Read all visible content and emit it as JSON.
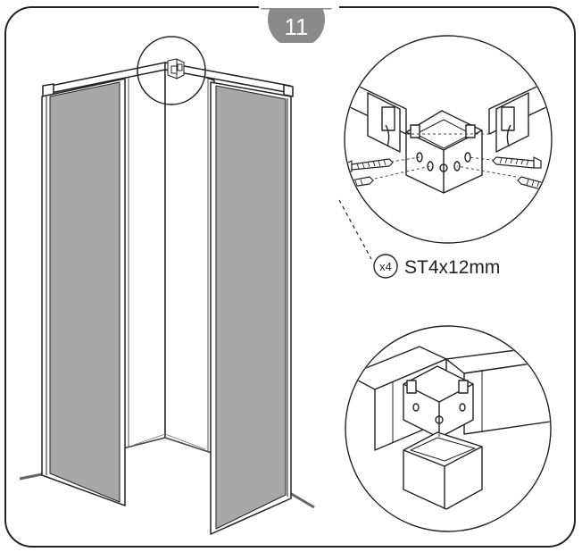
{
  "step": {
    "number": "11"
  },
  "fastener": {
    "quantity": "x4",
    "spec": "ST4x12mm"
  },
  "colors": {
    "outline": "#222222",
    "panel_fill": "#a8a8a8",
    "badge_fill": "#8a8a8a",
    "background": "#ffffff"
  },
  "icons": [
    "screw-icon",
    "corner-bracket-icon",
    "corner-cap-icon"
  ]
}
